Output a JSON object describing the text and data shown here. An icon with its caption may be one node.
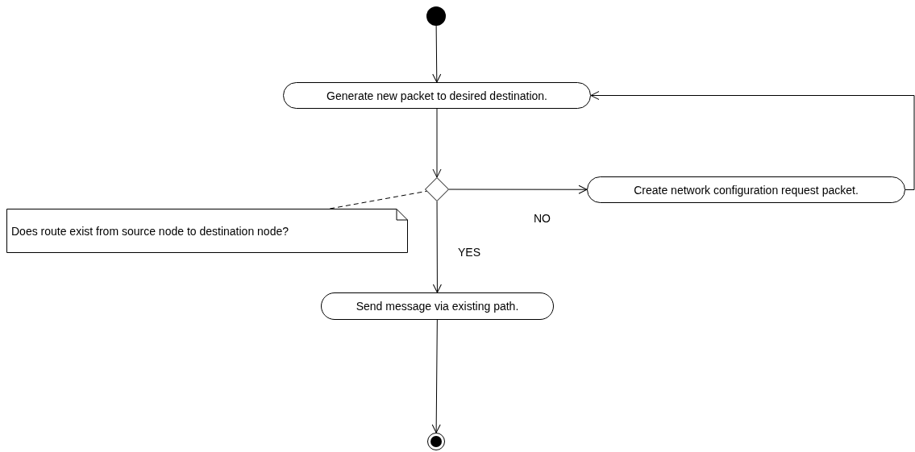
{
  "diagram": {
    "nodes": [
      {
        "text": [],
        "shape": "circle"
      },
      {
        "text": [
          "Generate new packet to desired destination."
        ]
      },
      {
        "text": [],
        "shape": "diamond"
      },
      {
        "text": [
          "Does route exist from source node to destination node?"
        ]
      },
      {
        "text": [
          "Create network configuration request packet."
        ]
      },
      {
        "text": [
          "Send message via existing path."
        ]
      },
      {
        "text": [],
        "shape": "bullseye"
      }
    ],
    "edges": [
      {
        "from": 0,
        "to": 1,
        "arrow": "to"
      },
      {
        "from": 1,
        "to": 2,
        "arrow": "to"
      },
      {
        "from": 2,
        "to": 4,
        "arrow": "to",
        "label": "NO"
      },
      {
        "from": 2,
        "to": 5,
        "arrow": "to",
        "label": "YES"
      },
      {
        "from": 4,
        "to": 1,
        "arrow": "to"
      },
      {
        "from": 5,
        "to": 6,
        "arrow": "to"
      },
      {
        "from": 3,
        "to": 2,
        "arrow": "none",
        "style": "dashed"
      }
    ]
  }
}
